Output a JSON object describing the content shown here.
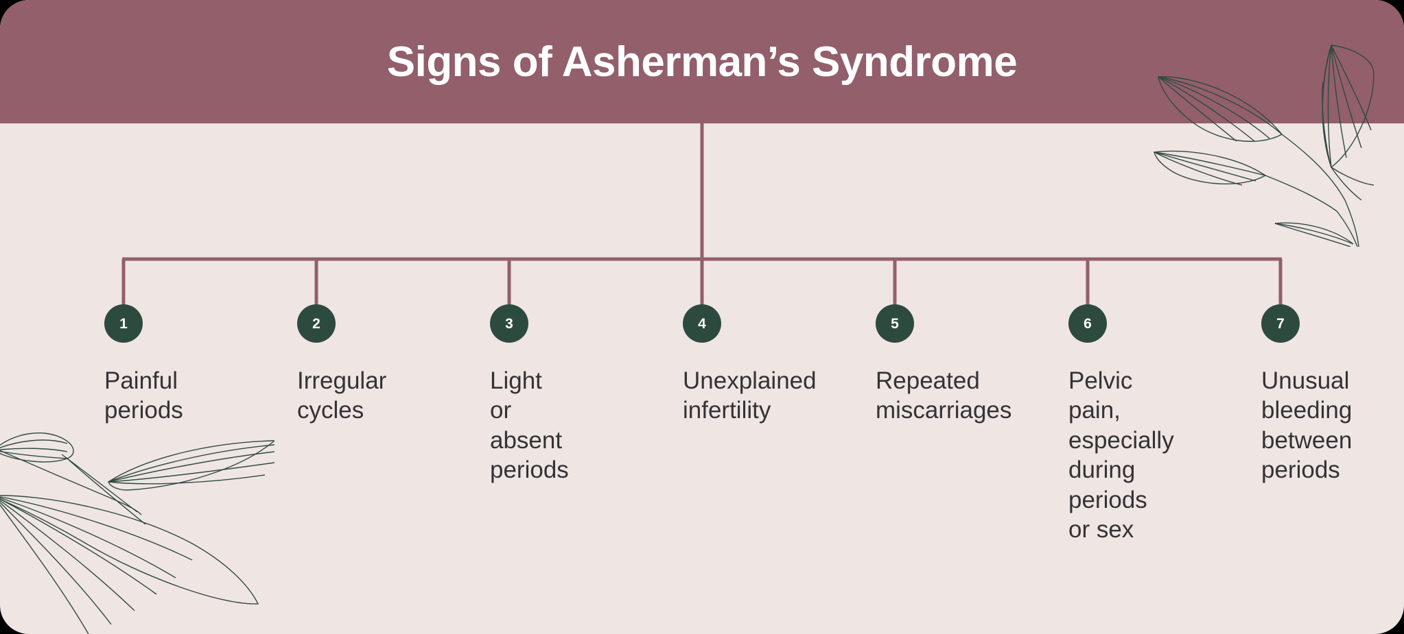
{
  "card": {
    "header_title": "Signs of Asherman’s Syndrome",
    "bg_color": "#efe5e3",
    "header_color": "#925f6b",
    "accent_color": "#925f6b",
    "badge_color": "#2d4a3e",
    "badge_text_color": "#ffffff",
    "text_color": "#333333"
  },
  "items": [
    {
      "number": "1",
      "label": "Painful\nperiods"
    },
    {
      "number": "2",
      "label": "Irregular\ncycles"
    },
    {
      "number": "3",
      "label": "Light or\nabsent\nperiods"
    },
    {
      "number": "4",
      "label": "Unexplained\ninfertility"
    },
    {
      "number": "5",
      "label": "Repeated\nmiscarriages"
    },
    {
      "number": "6",
      "label": "Pelvic pain,\nespecially\nduring periods\nor sex"
    },
    {
      "number": "7",
      "label": "Unusual\nbleeding\nbetween\nperiods"
    }
  ],
  "decorations": {
    "top_right": "leaf-sprig-icon",
    "bottom_left": "leaf-sprig-icon",
    "leaf_color": "#2f4a40"
  }
}
